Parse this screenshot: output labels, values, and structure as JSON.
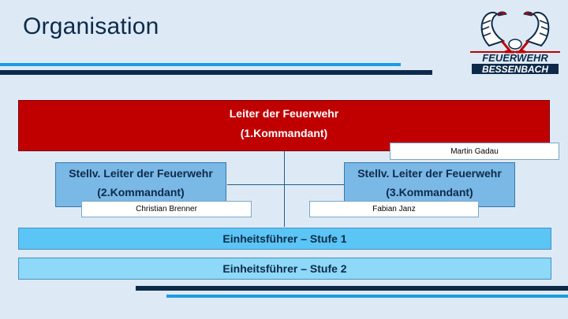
{
  "header": {
    "title": "Organisation"
  },
  "logo": {
    "line1": "FEUERWEHR",
    "line2": "BESSENBACH"
  },
  "org": {
    "leiter": {
      "line1": "Leiter der Feuerwehr",
      "line2": "(1.Kommandant)",
      "name": "Martin Gadau"
    },
    "stellv_left": {
      "line1": "Stellv. Leiter der Feuerwehr",
      "line2": "(2.Kommandant)",
      "name": "Christian Brenner"
    },
    "stellv_right": {
      "line1": "Stellv. Leiter der Feuerwehr",
      "line2": "(3.Kommandant)",
      "name": "Fabian Janz"
    },
    "stufe1": "Einheitsführer – Stufe 1",
    "stufe2": "Einheitsführer – Stufe 2"
  },
  "colors": {
    "leiter": "#c00000",
    "stellv": "#7ab8e6",
    "stufe1": "#5bc5f5",
    "stufe2": "#8ed8f8",
    "navy": "#0d2a4a",
    "accent_blue": "#1e9be0"
  }
}
